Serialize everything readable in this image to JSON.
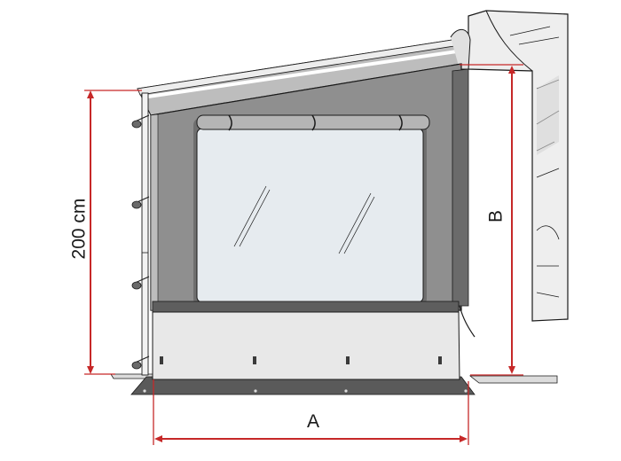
{
  "diagram": {
    "labels": {
      "height": "200 cm",
      "width": "A",
      "depth": "B"
    },
    "colors": {
      "dimension": "#c62828",
      "panel": "#8f8f8f",
      "panel_dark": "#6b6b6b",
      "window": "#e6ebef",
      "skirt": "#e8e8e8",
      "floor": "#5a5a5a",
      "roof": "#d9d9d9",
      "outline": "#1a1a1a"
    }
  }
}
